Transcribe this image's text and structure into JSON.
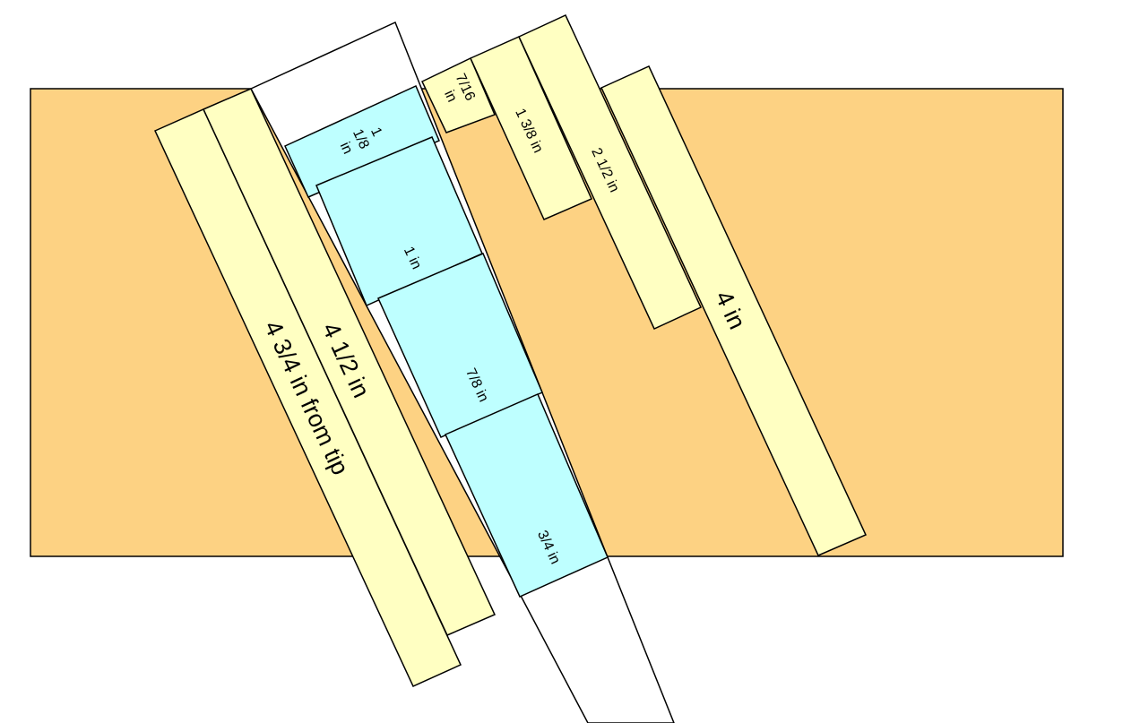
{
  "colors": {
    "board": "#FDD283",
    "strip": "#FFFFC2",
    "segment": "#BEFFFF",
    "tie": "#FFFFFF",
    "outline": "#000000"
  },
  "labels": {
    "seg_1_1_8": [
      "1",
      "1/8",
      "in"
    ],
    "seg_1": "1 in",
    "seg_7_8": "7/8 in",
    "seg_3_4": "3/4 in",
    "strip_7_16": [
      "7/16",
      "in"
    ],
    "strip_1_3_8": "1 3/8 in",
    "strip_2_1_2": "2 1/2 in",
    "strip_4": "4 in",
    "strip_4_1_2": "4 1/2 in",
    "strip_4_3_4": "4 3/4 in from tip"
  }
}
